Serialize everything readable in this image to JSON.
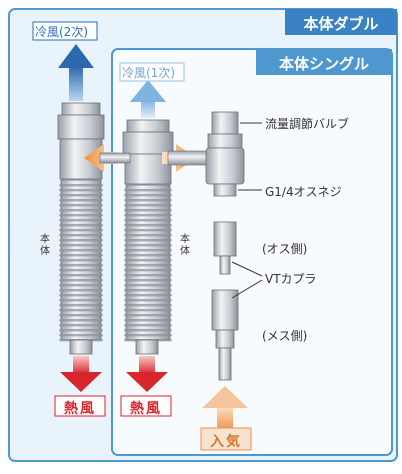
{
  "labels": {
    "double_title": "本体ダブル",
    "single_title": "本体シングル",
    "cold_air_2": "冷風(2次)",
    "cold_air_1": "冷風(1次)",
    "flow_valve": "流量調節バルブ",
    "g14_thread": "G1/4オスネジ",
    "male_side": "(オス側)",
    "vt_coupler": "VTカプラ",
    "female_side": "(メス側)",
    "body_left": "本体",
    "body_right": "本体",
    "hot_air_left": "熱風",
    "hot_air_right": "熱風",
    "air_in": "入気"
  },
  "colors": {
    "frame_blue": "#4f97cf",
    "header_blue": "#3b82c4",
    "pale_blue_bg": "#e9f3fb",
    "cold_arrow": "#2f6fb6",
    "cold_arrow_light": "#8fc0e6",
    "hot_arrow": "#d9262c",
    "hot_text": "#d9262c",
    "intake_arrow": "#f3a86a",
    "side_arrow": "#f0993f",
    "metal": "#c9ccd1"
  }
}
